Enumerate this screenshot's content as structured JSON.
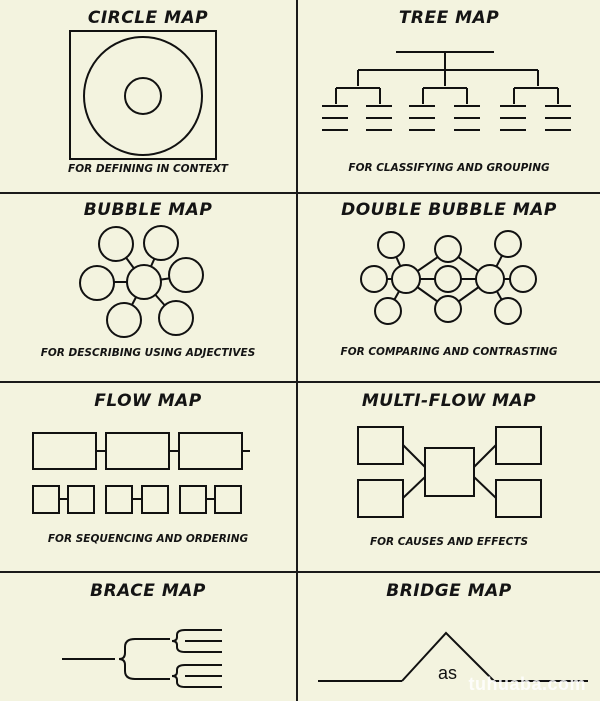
{
  "maps": {
    "circle": {
      "title": "CIRCLE MAP",
      "caption": "FOR DEFINING IN CONTEXT"
    },
    "tree": {
      "title": "TREE MAP",
      "caption": "FOR CLASSIFYING AND GROUPING"
    },
    "bubble": {
      "title": "BUBBLE MAP",
      "caption": "FOR DESCRIBING USING ADJECTIVES"
    },
    "double_bubble": {
      "title": "DOUBLE BUBBLE MAP",
      "caption": "FOR COMPARING AND CONTRASTING"
    },
    "flow": {
      "title": "FLOW MAP",
      "caption": "FOR SEQUENCING AND ORDERING"
    },
    "multi_flow": {
      "title": "MULTI-FLOW MAP",
      "caption": "FOR CAUSES AND EFFECTS"
    },
    "brace": {
      "title": "BRACE MAP"
    },
    "bridge": {
      "title": "BRIDGE MAP",
      "word": "as"
    }
  },
  "watermark": "tuhuaba.com",
  "colors": {
    "background": "#f3f3df",
    "ink": "#111111"
  }
}
